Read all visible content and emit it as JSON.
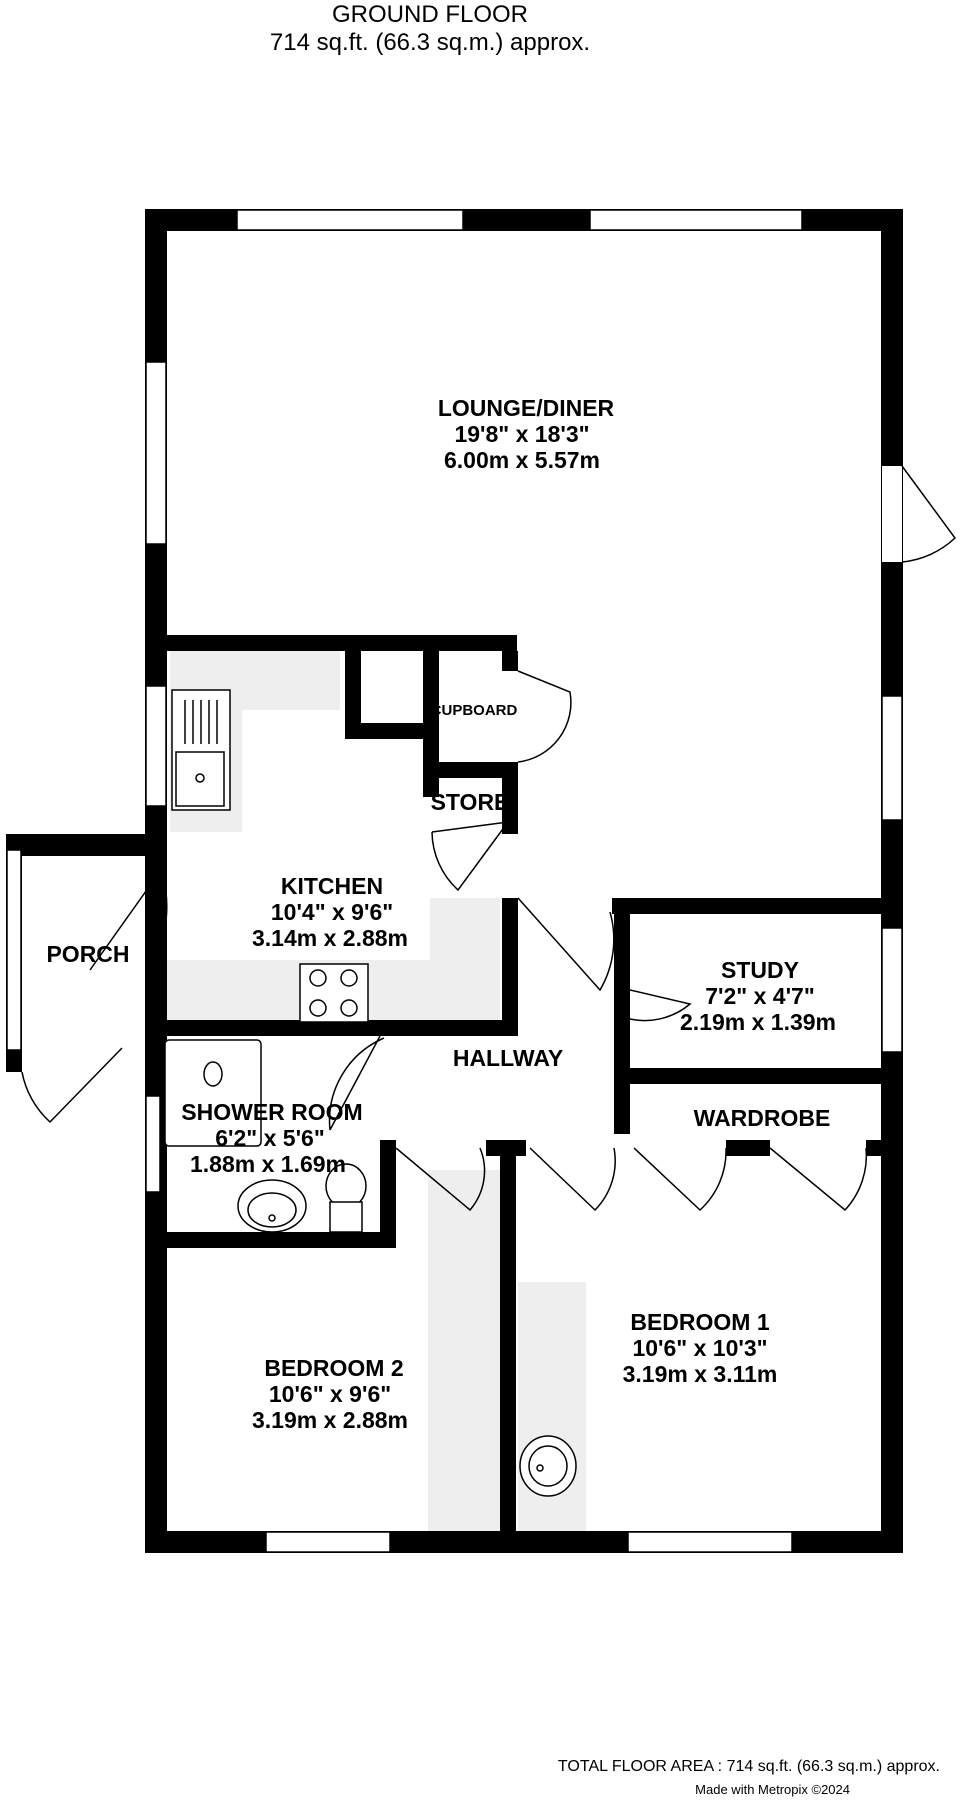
{
  "header": {
    "title": "GROUND FLOOR",
    "area": "714 sq.ft. (66.3 sq.m.) approx."
  },
  "rooms": {
    "lounge": {
      "name": "LOUNGE/DINER",
      "imperial": "19'8\"  x 18'3\"",
      "metric": "6.00m  x 5.57m"
    },
    "kitchen": {
      "name": "KITCHEN",
      "imperial": "10'4\"  x 9'6\"",
      "metric": "3.14m  x 2.88m"
    },
    "cupboard": {
      "name": "CUPBOARD"
    },
    "store": {
      "name": "STORE"
    },
    "porch": {
      "name": "PORCH"
    },
    "study": {
      "name": "STUDY",
      "imperial": "7'2\"  x 4'7\"",
      "metric": "2.19m  x 1.39m"
    },
    "hallway": {
      "name": "HALLWAY"
    },
    "wardrobe": {
      "name": "WARDROBE"
    },
    "shower": {
      "name": "SHOWER ROOM",
      "imperial": "6'2\"  x 5'6\"",
      "metric": "1.88m  x 1.69m"
    },
    "bedroom1": {
      "name": "BEDROOM 1",
      "imperial": "10'6\"  x 10'3\"",
      "metric": "3.19m  x 3.11m"
    },
    "bedroom2": {
      "name": "BEDROOM 2",
      "imperial": "10'6\"  x 9'6\"",
      "metric": "3.19m  x 2.88m"
    }
  },
  "footer": {
    "total": "TOTAL FLOOR AREA : 714 sq.ft. (66.3 sq.m.) approx.",
    "credit": "Made with Metropix ©2024"
  },
  "colors": {
    "wall": "#000000",
    "fixture_shade": "#eeeeee",
    "background": "#ffffff"
  }
}
